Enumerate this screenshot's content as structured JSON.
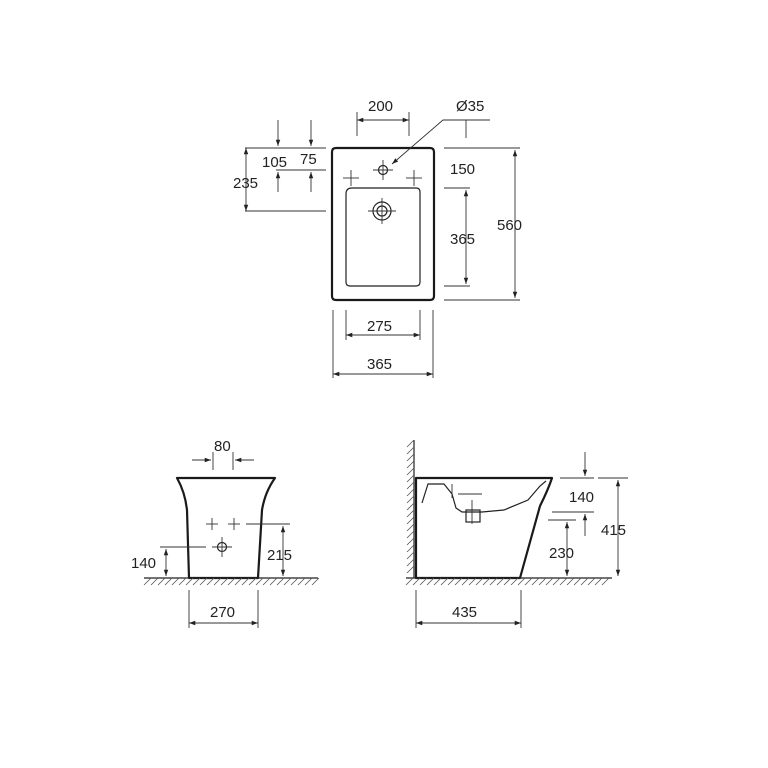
{
  "top_view": {
    "dim_200": "200",
    "dim_dia35": "Ø35",
    "dim_105": "105",
    "dim_75": "75",
    "dim_235": "235",
    "dim_150": "150",
    "dim_365_v": "365",
    "dim_560": "560",
    "dim_275": "275",
    "dim_365_h": "365"
  },
  "front_view": {
    "dim_80": "80",
    "dim_140": "140",
    "dim_215": "215",
    "dim_270": "270"
  },
  "side_view": {
    "dim_140": "140",
    "dim_415": "415",
    "dim_230": "230",
    "dim_435": "435"
  }
}
